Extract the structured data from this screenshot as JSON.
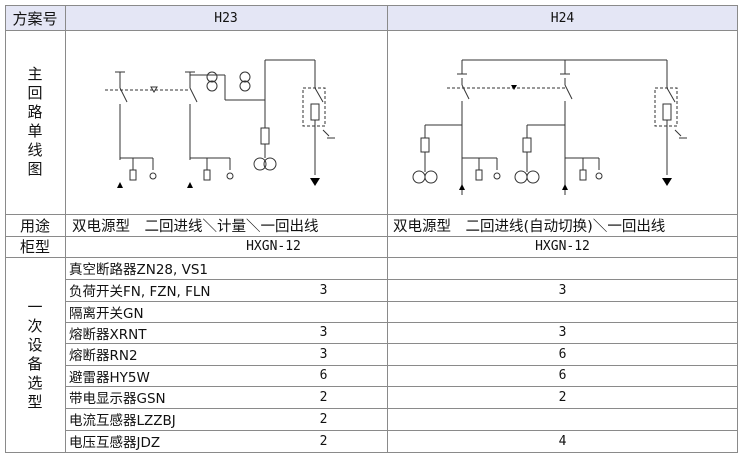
{
  "header": {
    "scheme_label": "方案号",
    "col1": "H23",
    "col2": "H24"
  },
  "row_labels": {
    "main_circuit": [
      "主",
      "回",
      "路",
      "单",
      "线",
      "图"
    ],
    "usage": "用途",
    "cabinet": "柜型",
    "primary_equipment": [
      "一",
      "次",
      "设",
      "备",
      "选",
      "型"
    ]
  },
  "usage": {
    "h23": "双电源型　二回进线＼计量＼一回出线",
    "h24": "双电源型　二回进线(自动切换)＼一回出线"
  },
  "cabinet": {
    "h23": "HXGN-12",
    "h24": "HXGN-12"
  },
  "equipment": [
    {
      "name": "真空断路器ZN28, VS1",
      "h23": "",
      "h24": ""
    },
    {
      "name": "负荷开关FN, FZN, FLN",
      "h23": "3",
      "h24": "3"
    },
    {
      "name": "隔离开关GN",
      "h23": "",
      "h24": ""
    },
    {
      "name": "熔断器XRNT",
      "h23": "3",
      "h24": "3"
    },
    {
      "name": "熔断器RN2",
      "h23": "3",
      "h24": "6"
    },
    {
      "name": "避雷器HY5W",
      "h23": "6",
      "h24": "6"
    },
    {
      "name": "带电显示器GSN",
      "h23": "2",
      "h24": "2"
    },
    {
      "name": "电流互感器LZZBJ",
      "h23": "2",
      "h24": ""
    },
    {
      "name": "电压互感器JDZ",
      "h23": "2",
      "h24": "4"
    }
  ]
}
